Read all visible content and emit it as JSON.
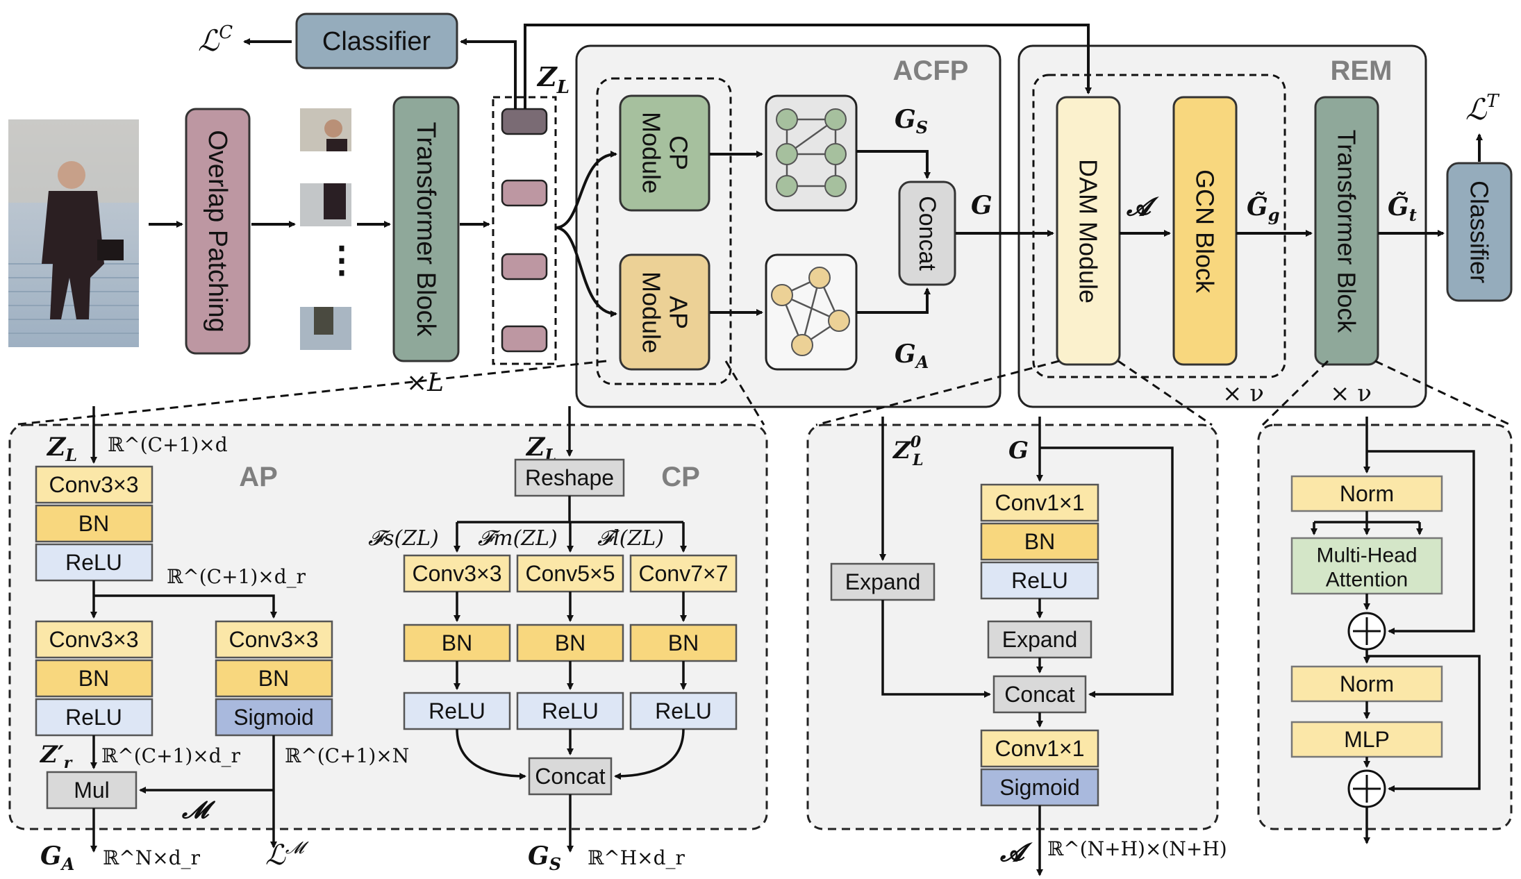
{
  "top": {
    "classifier_left": "Classifier",
    "classifier_right": "Classifier",
    "overlap_patching": "Overlap Patching",
    "transformer_block": "Transformer Block",
    "times_L": "×L",
    "z_L": "Z",
    "z_L_sub": "L",
    "loss_c": "ℒ",
    "loss_c_sup": "C",
    "loss_t": "ℒ",
    "loss_t_sup": "T",
    "dots": "⋮"
  },
  "acfp": {
    "title": "ACFP",
    "cp_module": [
      "CP",
      "Module"
    ],
    "ap_module": [
      "AP",
      "Module"
    ],
    "g_s": "G",
    "g_s_sub": "S",
    "g_a": "G",
    "g_a_sub": "A",
    "concat": "Concat",
    "g": "G"
  },
  "rem": {
    "title": "REM",
    "dam_module": "DAM Module",
    "gcn_block": "GCN Block",
    "transformer_block": "Transformer Block",
    "a": "𝓐",
    "g_g": "G̃",
    "g_g_sub": "g",
    "g_t": "G̃",
    "g_t_sub": "t",
    "times_v1": "× ν",
    "times_v2": "× ν"
  },
  "ap": {
    "title": "AP",
    "z_L": "Z",
    "z_L_sub": "L",
    "in_dim": "ℝ^(C+1)×d",
    "mid_dim": "ℝ^(C+1)×d_r",
    "conv1": "Conv3×3",
    "bn1": "BN",
    "relu1": "ReLU",
    "conv2": "Conv3×3",
    "bn2": "BN",
    "relu2": "ReLU",
    "conv3": "Conv3×3",
    "bn3": "BN",
    "sigmoid": "Sigmoid",
    "z_r": "Z′",
    "z_r_sub": "r",
    "zr_dim": "ℝ^(C+1)×d_r",
    "sig_dim": "ℝ^(C+1)×N",
    "mul": "Mul",
    "m": "𝓜",
    "g_a": "G",
    "g_a_sub": "A",
    "out_dim": "ℝ^N×d_r",
    "loss_m": "ℒ",
    "loss_m_sup": "𝓜"
  },
  "cp": {
    "title": "CP",
    "z_L": "Z",
    "z_L_sub": "L",
    "reshape": "Reshape",
    "fs": "𝓕s(ZL)",
    "fm": "𝓕m(ZL)",
    "fl": "𝓕l(ZL)",
    "conv3": "Conv3×3",
    "conv5": "Conv5×5",
    "conv7": "Conv7×7",
    "bn": "BN",
    "relu": "ReLU",
    "concat": "Concat",
    "g_s": "G",
    "g_s_sub": "S",
    "out_dim": "ℝ^H×d_r"
  },
  "dam": {
    "z0": "Z",
    "z0_sub": "L",
    "z0_sup": "0",
    "g": "G",
    "expand_left": "Expand",
    "conv1": "Conv1×1",
    "bn": "BN",
    "relu": "ReLU",
    "expand": "Expand",
    "concat": "Concat",
    "conv2": "Conv1×1",
    "sigmoid": "Sigmoid",
    "a": "𝓐",
    "out_dim": "ℝ^(N+H)×(N+H)"
  },
  "tb": {
    "norm1": "Norm",
    "mha": [
      "Multi-Head",
      "Attention"
    ],
    "norm2": "Norm",
    "mlp": "MLP"
  },
  "colors": {
    "green": "#a6c09e",
    "dark_green": "#8fa89a",
    "mauve": "#bd97a2",
    "tan": "#ecd196",
    "yellow": "#fbe7a8",
    "light_blue": "#dde6f5",
    "mid_blue": "#a9b9dd",
    "gray": "#d9d9d9",
    "slate": "#95acbc",
    "light_green": "#d4e6c8",
    "panel": "#f2f2f2"
  }
}
